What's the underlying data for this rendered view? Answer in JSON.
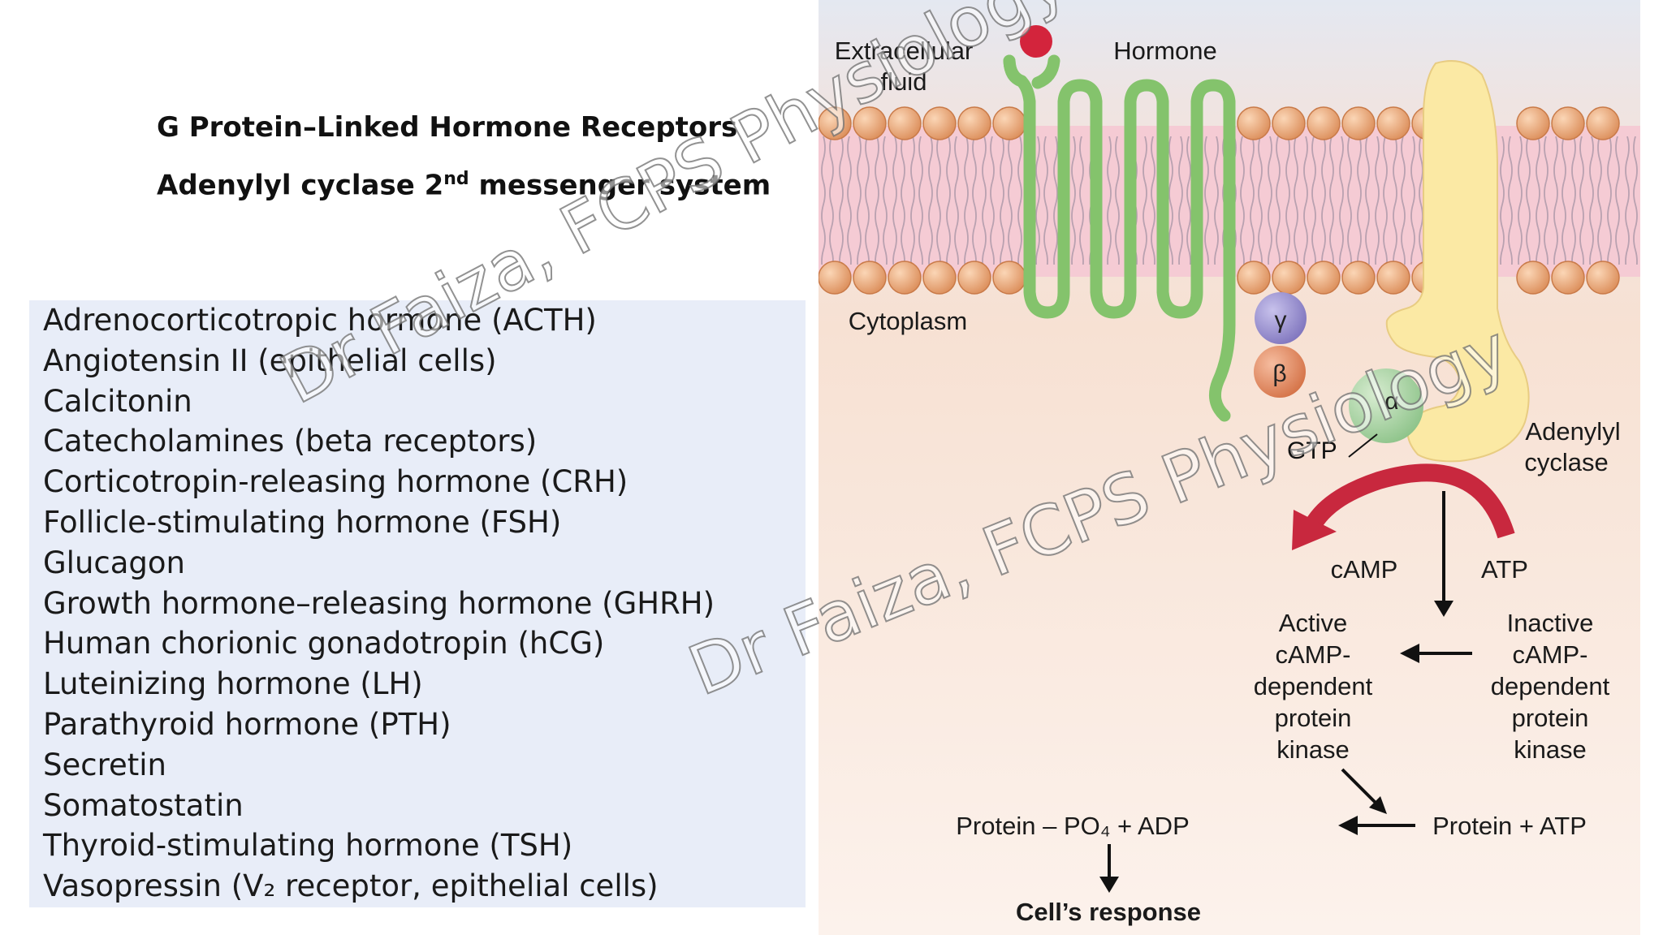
{
  "titles": {
    "line1": "G Protein–Linked Hormone Receptors",
    "line2_pre": "Adenylyl cyclase 2",
    "line2_sup": "nd",
    "line2_post": " messenger system"
  },
  "hormones": [
    "Adrenocorticotropic hormone (ACTH)",
    "Angiotensin II (epithelial cells)",
    "Calcitonin",
    "Catecholamines (beta receptors)",
    "Corticotropin-releasing hormone (CRH)",
    "Follicle-stimulating hormone (FSH)",
    "Glucagon",
    "Growth hormone–releasing hormone (GHRH)",
    "Human chorionic gonadotropin (hCG)",
    "Luteinizing hormone (LH)",
    "Parathyroid hormone (PTH)",
    "Secretin",
    "Somatostatin",
    "Thyroid-stimulating hormone (TSH)",
    "Vasopressin (V₂ receptor, epithelial cells)"
  ],
  "diagram": {
    "extracellular_line1": "Extracellular",
    "extracellular_line2": "fluid",
    "hormone": "Hormone",
    "cytoplasm": "Cytoplasm",
    "gamma": "γ",
    "beta": "β",
    "alpha": "α",
    "gtp": "GTP",
    "adenylyl_line1": "Adenylyl",
    "adenylyl_line2": "cyclase",
    "camp": "cAMP",
    "atp": "ATP",
    "active_kinase": [
      "Active",
      "cAMP-",
      "dependent",
      "protein",
      "kinase"
    ],
    "inactive_kinase": [
      "Inactive",
      "cAMP-",
      "dependent",
      "protein",
      "kinase"
    ],
    "protein_po4": "Protein – PO₄ + ADP",
    "protein_atp": "Protein + ATP",
    "cells_response": "Cell’s response"
  },
  "watermarks": {
    "upper": "Dr Faiza, FCPS Physiology",
    "lower": "Dr Faiza, FCPS Physiology"
  },
  "colors": {
    "receptor_green": "#84c36c",
    "adenylyl_yellow": "#fbe9a4",
    "hormone_red": "#d3243c",
    "arrow_red": "#c8283e",
    "phospholipid_orange": "#e9a878",
    "list_background": "#e8edf8"
  }
}
